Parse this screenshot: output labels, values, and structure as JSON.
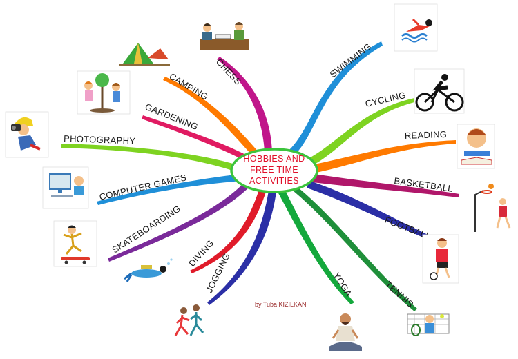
{
  "center": {
    "lines": [
      "HOBBIES AND",
      "FREE TIME",
      "ACTIVITIES"
    ],
    "text_color": "#e0102a",
    "border_color": "#3cc43c"
  },
  "branches": [
    {
      "id": "swimming",
      "label": "SWIMMING",
      "color": "#1f8fd8",
      "icon": "swimmer-icon"
    },
    {
      "id": "cycling",
      "label": "CYCLING",
      "color": "#7ed321",
      "icon": "cyclist-icon"
    },
    {
      "id": "reading",
      "label": "READING",
      "color": "#ff7a00",
      "icon": "reading-boy-icon"
    },
    {
      "id": "basketball",
      "label": "BASKETBALL",
      "color": "#b0176a",
      "icon": "basketball-player-icon"
    },
    {
      "id": "football",
      "label": "FOOTBALL",
      "color": "#2b2fa6",
      "icon": "football-player-icon"
    },
    {
      "id": "tennis",
      "label": "TENNIS",
      "color": "#1f8f3a",
      "icon": "tennis-player-icon"
    },
    {
      "id": "yoga",
      "label": "YOGA",
      "color": "#14a83c",
      "icon": "yoga-man-icon"
    },
    {
      "id": "jogging",
      "label": "JOGGING",
      "color": "#2b2fa6",
      "icon": "joggers-icon"
    },
    {
      "id": "diving",
      "label": "DIVING",
      "color": "#e01b2a",
      "icon": "diver-icon"
    },
    {
      "id": "skateboarding",
      "label": "SKATEBOARDING",
      "color": "#7a2a9a",
      "icon": "skateboarder-icon"
    },
    {
      "id": "computer-games",
      "label": "COMPUTER GAMES",
      "color": "#1f8fd8",
      "icon": "computer-kid-icon"
    },
    {
      "id": "photography",
      "label": "PHOTOGRAPHY",
      "color": "#7ed321",
      "icon": "photographer-icon"
    },
    {
      "id": "gardening",
      "label": "GARDENING",
      "color": "#e01b62",
      "icon": "gardening-kids-icon"
    },
    {
      "id": "camping",
      "label": "CAMPING",
      "color": "#ff7a00",
      "icon": "tent-icon"
    },
    {
      "id": "chess",
      "label": "CHESS",
      "color": "#c0168a",
      "icon": "chess-players-icon"
    }
  ],
  "credit": "by Tuba KIZILKAN"
}
